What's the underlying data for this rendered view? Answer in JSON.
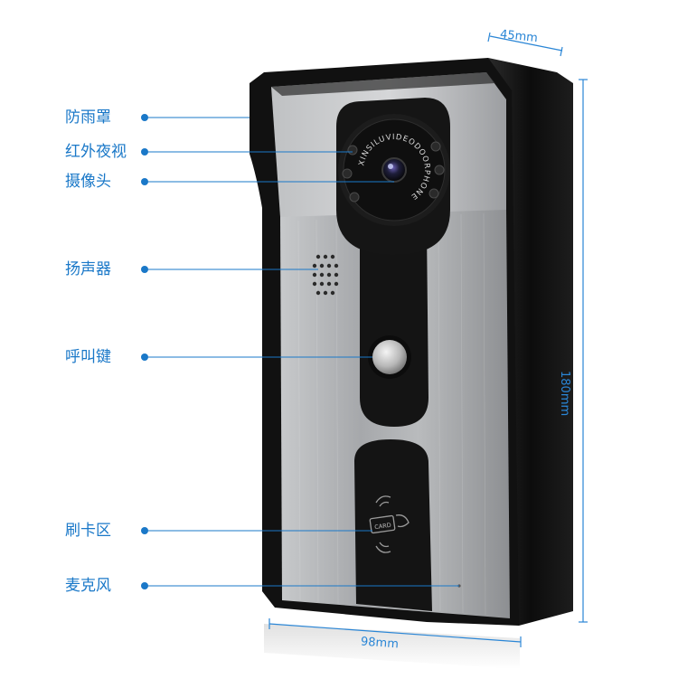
{
  "callouts": {
    "rain_cover": "防雨罩",
    "infrared_night_vision": "红外夜视",
    "camera": "摄像头",
    "speaker": "扬声器",
    "call_button": "呼叫键",
    "card_area": "刷卡区",
    "microphone": "麦克风"
  },
  "dimensions": {
    "depth": "45mm",
    "width": "98mm",
    "height": "180mm"
  },
  "lens_ring_text": "XINSILUVIDEODOORPHONE",
  "card_label": "CARD",
  "colors": {
    "accent": "#1a78c8",
    "housing": "#141414",
    "faceplate": "#a9abae"
  }
}
